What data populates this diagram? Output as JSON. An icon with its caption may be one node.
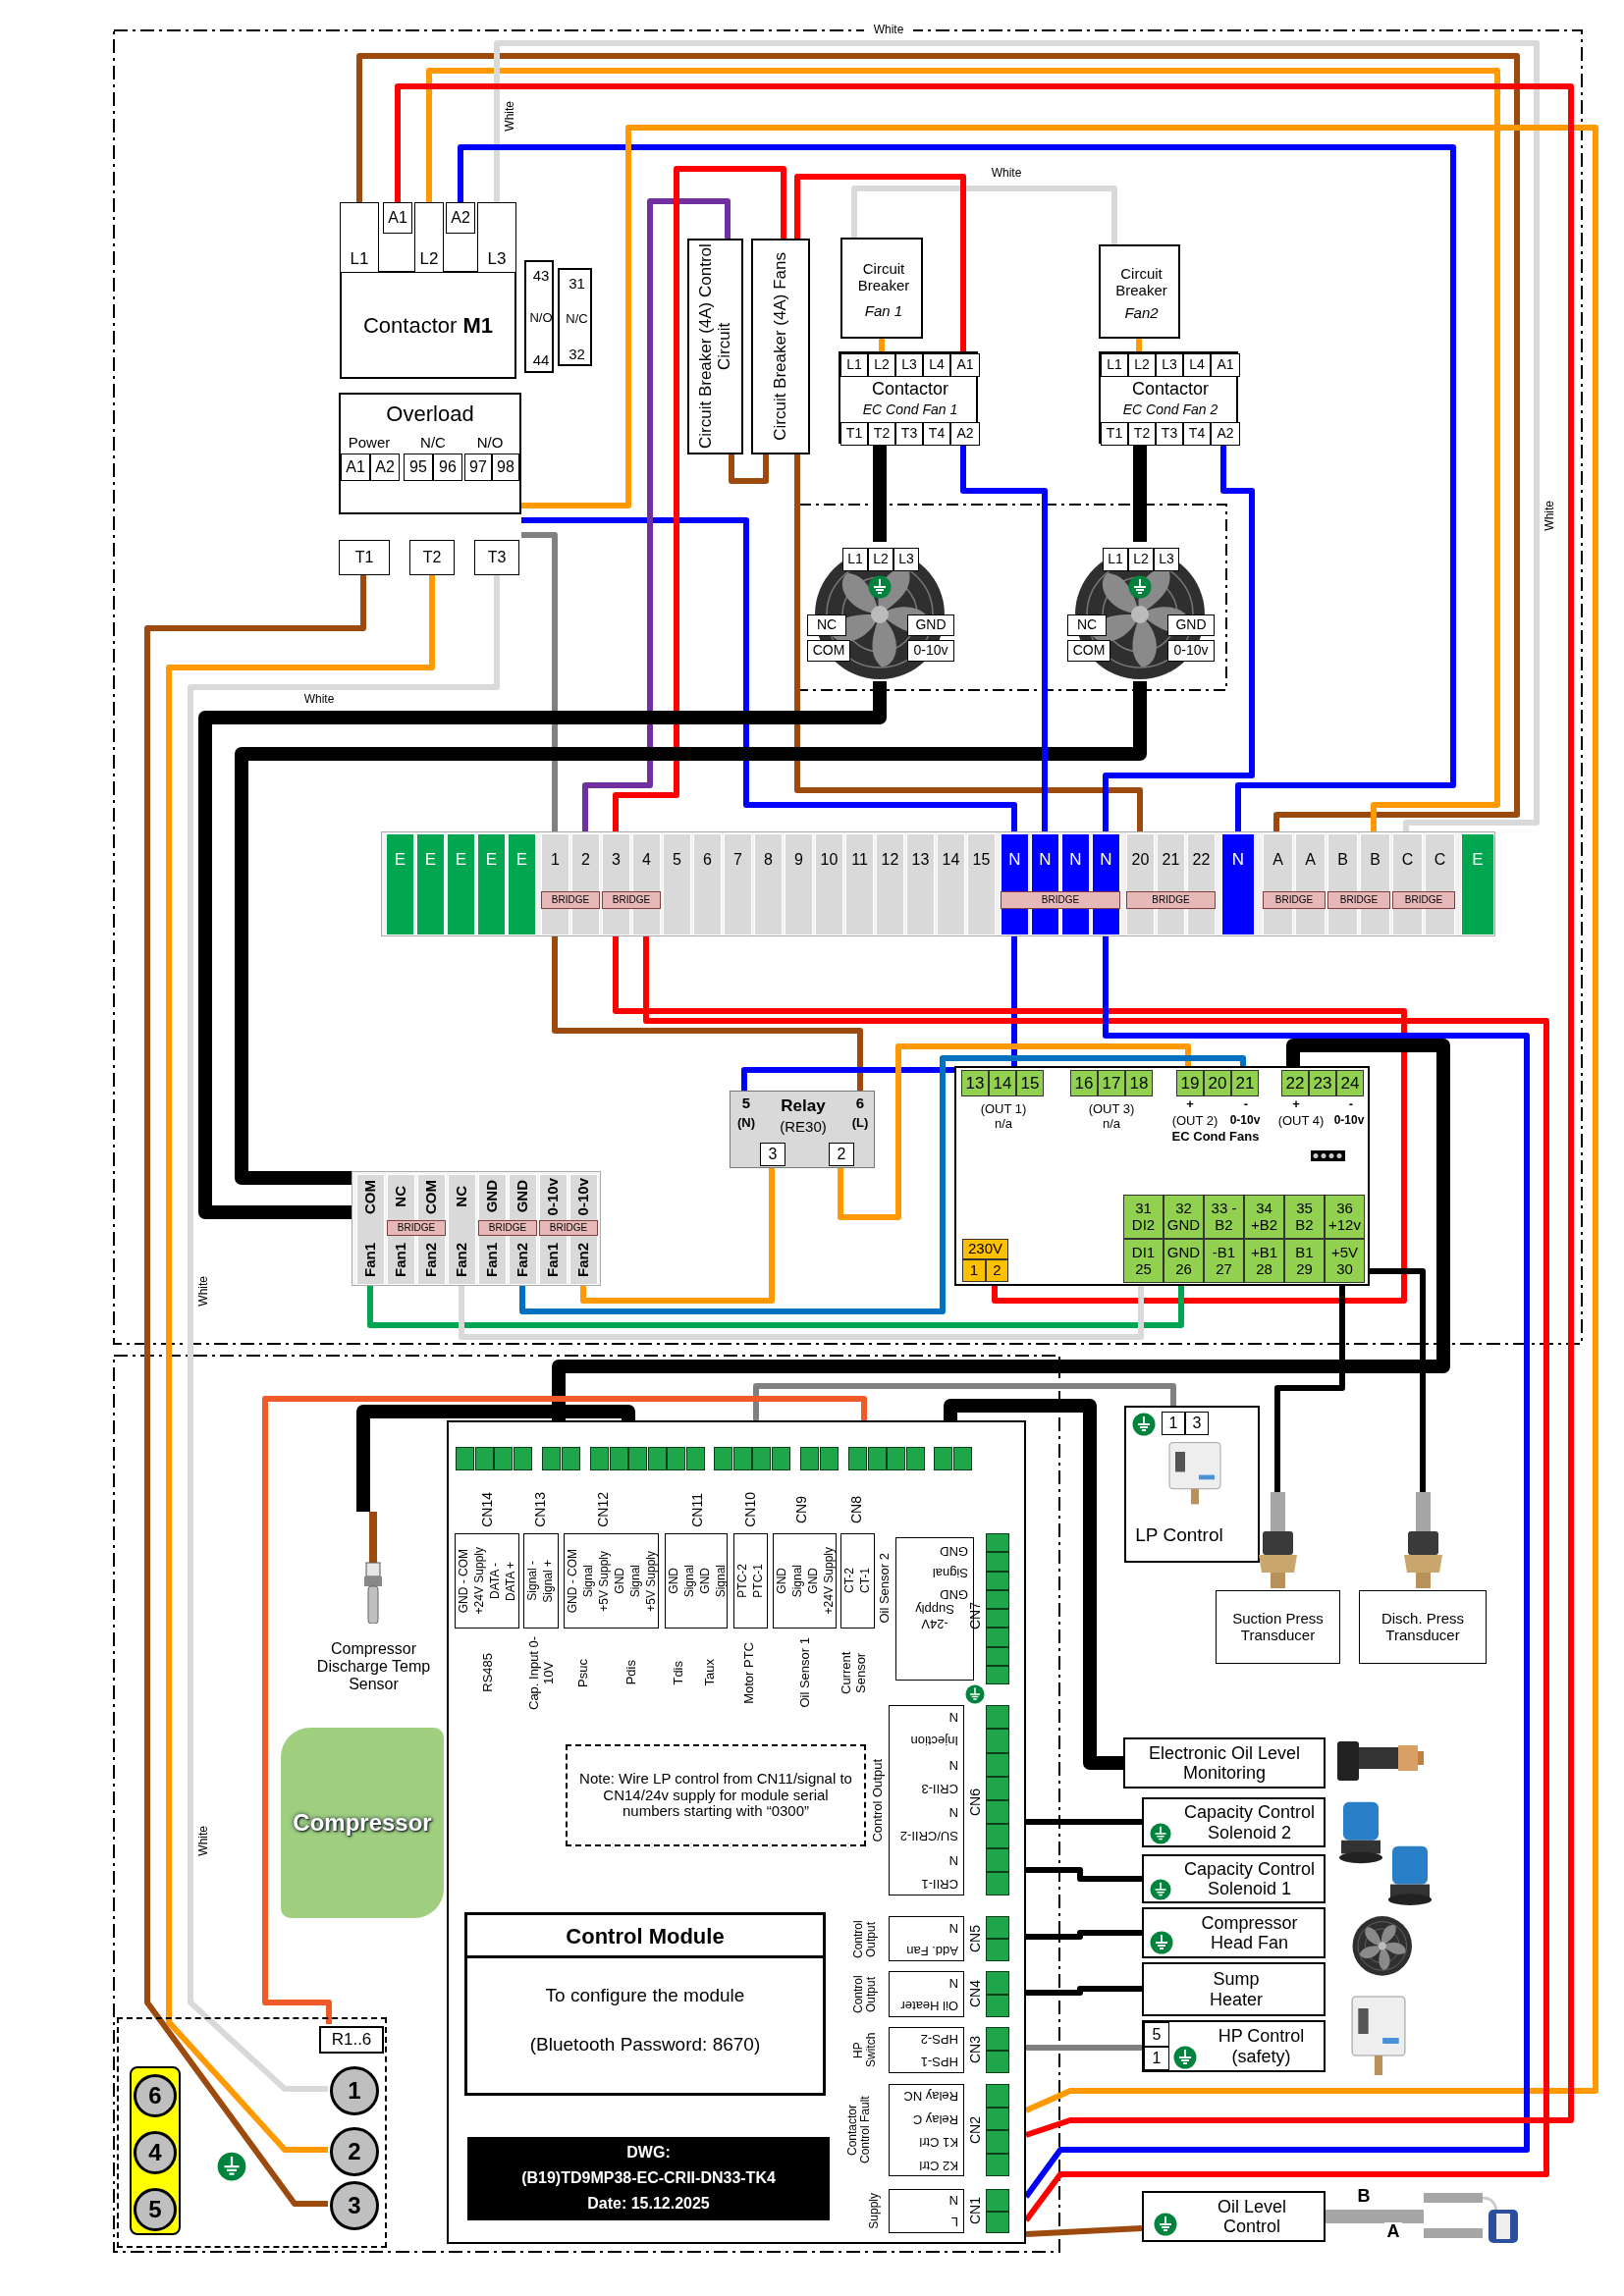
{
  "diagram": {
    "nodes": [
      {
        "text": [
          "L1",
          "A1",
          "L2",
          "A2",
          "L3",
          "Contactor **M1**"
        ]
      },
      {
        "text": [
          "43",
          "N/O",
          "44"
        ]
      },
      {
        "text": [
          "31",
          "N/C",
          "32"
        ]
      },
      {
        "text": [
          "Overload",
          "Power",
          "N/C",
          "N/O",
          "A1",
          "A2",
          "95",
          "96",
          "97",
          "98",
          "T1",
          "T2",
          "T3"
        ]
      },
      {
        "text": [
          "Circuit Breaker (4A) Control Circuit"
        ]
      },
      {
        "text": [
          "Circuit Breaker (4A) Fans"
        ]
      },
      {
        "text": [
          "Circuit Breaker",
          "Fan 1"
        ]
      },
      {
        "text": [
          "L1",
          "L2",
          "L3",
          "L4",
          "A1",
          "Contactor",
          "EC Cond Fan 1",
          "T1",
          "T2",
          "T3",
          "T4",
          "A2"
        ]
      },
      {
        "text": [
          "Circuit Breaker",
          "Fan2"
        ]
      },
      {
        "text": [
          "L1",
          "L2",
          "L3",
          "L4",
          "A1",
          "Contactor",
          "EC Cond Fan 2",
          "T1",
          "T2",
          "T3",
          "T4",
          "A2"
        ]
      },
      {
        "text": [
          "L1",
          "L2",
          "L3",
          "NC",
          "GND",
          "COM",
          "0-10v"
        ]
      },
      {
        "text": [
          "L1",
          "L2",
          "L3",
          "NC",
          "GND",
          "COM",
          "0-10v"
        ]
      },
      {
        "text": [
          "E",
          "E",
          "E",
          "E",
          "E",
          "1",
          "2",
          "3",
          "4",
          "5",
          "6",
          "7",
          "8",
          "9",
          "10",
          "11",
          "12",
          "13",
          "14",
          "15",
          "N",
          "N",
          "N",
          "N",
          "20",
          "21",
          "22",
          "N",
          "A",
          "A",
          "B",
          "B",
          "C",
          "C",
          "E",
          "BRIDGE",
          "BRIDGE",
          "BRIDGE",
          "BRIDGE",
          "BRIDGE",
          "BRIDGE",
          "BRIDGE"
        ]
      },
      {
        "text": [
          "COM",
          "Fan1",
          "NC",
          "Fan1",
          "COM",
          "Fan2",
          "NC",
          "Fan2",
          "GND",
          "Fan1",
          "GND",
          "Fan2",
          "0-10v",
          "Fan1",
          "0-10v",
          "Fan2",
          "BRIDGE",
          "BRIDGE",
          "BRIDGE"
        ]
      },
      {
        "text": [
          "5",
          "(N)",
          "Relay",
          "(RE30)",
          "6",
          "(L)",
          "3",
          "2"
        ]
      },
      {
        "text": [
          "13",
          "14",
          "15",
          "16",
          "17",
          "18",
          "19",
          "20",
          "21",
          "22",
          "23",
          "24",
          "(OUT 1) n/a",
          "(OUT 3) n/a",
          "+",
          "-",
          "(OUT 2)",
          "0-10v",
          "EC Cond Fans",
          "+",
          "-",
          "(OUT 4)",
          "0-10v",
          "230V",
          "1",
          "2",
          "31 DI2",
          "32 GND",
          "33 -B2",
          "34 +B2",
          "35 B2",
          "36 +12v",
          "DI1 25",
          "GND 26",
          "-B1 27",
          "+B1 28",
          "B1 29",
          "+5V 30"
        ]
      },
      {
        "text": [
          "CN14",
          "CN13",
          "CN12",
          "CN11",
          "CN10",
          "CN9",
          "CN8",
          "GND - COM",
          "+24V Supply",
          "DATA -",
          "DATA +",
          "Signal -",
          "Signal +",
          "GND - COM",
          "Signal",
          "+5V Supply",
          "GND",
          "Signal",
          "+5V Supply",
          "GND",
          "Signal",
          "GND",
          "Signal",
          "PTC-2",
          "PTC-1",
          "GND",
          "Signal",
          "GND",
          "+24V Supply",
          "CT-2",
          "CT-1",
          "RS485",
          "Cap. Input 0-10V",
          "Psuc",
          "Pdis",
          "Tdis",
          "Taux",
          "Motor PTC",
          "Oil Sensor 1",
          "Current Sensor",
          "Oil Sensor 2",
          "GND",
          "Signal",
          "GND",
          "-24V Supply",
          "CN7",
          "Control Output",
          "N",
          "Injection",
          "N",
          "CRII-3",
          "N",
          "SU/CRII-2",
          "N",
          "CRII-1",
          "CN6",
          "Control Output",
          "N",
          "Add. Fan",
          "CN5",
          "Control Output",
          "N",
          "Oil Heater",
          "CN4",
          "HP Switch",
          "HPS-2",
          "HPS-1",
          "CN3",
          "Contactor Control Fault",
          "Relay NC",
          "Relay C",
          "K1 Ctrl",
          "K2 Ctrl",
          "CN2",
          "Supply",
          "N",
          "L",
          "CN1"
        ]
      },
      {
        "text": [
          "Control Module",
          "To configure the module",
          "(Bluetooth Password: 8670)"
        ],
        "in": 16
      },
      {
        "text": [
          "DWG:",
          "(B19)TD9MP38-EC-CRII-DN33-TK4",
          "Date: 15.12.2025"
        ],
        "in": 16
      },
      {
        "text": [
          "Note: Wire LP control from CN11/signal to CN14/24v supply for module serial numbers starting with “0300”"
        ],
        "in": 16
      },
      {
        "text": [
          "Compressor"
        ]
      },
      {
        "text": [
          "Compressor Discharge Temp Sensor"
        ]
      },
      {
        "text": [
          "1",
          "3",
          "LP Control"
        ]
      },
      {
        "text": [
          "Suction Press Transducer"
        ]
      },
      {
        "text": [
          "Disch. Press Transducer"
        ]
      },
      {
        "text": [
          "Electronic Oil Level Monitoring"
        ]
      },
      {
        "text": [
          "Capacity Control Solenoid 2"
        ]
      },
      {
        "text": [
          "Capacity Control Solenoid 1"
        ]
      },
      {
        "text": [
          "Compressor Head Fan"
        ]
      },
      {
        "text": [
          "Sump Heater"
        ]
      },
      {
        "text": [
          "5",
          "1",
          "HP Control (safety)"
        ]
      },
      {
        "text": [
          "Oil Level Control"
        ]
      },
      {
        "text": [],
        "shape": "box"
      },
      {
        "text": [
          "R1..6"
        ],
        "in": 32
      },
      {
        "text": [
          "1"
        ],
        "in": 32
      },
      {
        "text": [
          "2"
        ],
        "in": 32
      },
      {
        "text": [
          "3"
        ],
        "in": 32
      },
      {
        "text": [
          "6",
          "4",
          "5"
        ],
        "in": 32
      },
      {
        "text": [],
        "shape": "picture"
      }
    ],
    "edges": [
      {
        "from": 3,
        "to": 36,
        "arrow": "none",
        "color": "#9c4a0e"
      },
      {
        "from": 3,
        "to": 35,
        "arrow": "none",
        "color": "#ff9900"
      },
      {
        "from": 3,
        "to": 34,
        "arrow": "none",
        "color": "#d9d9d9"
      },
      {
        "from": 0,
        "to": 12,
        "arrow": "none",
        "color": "#9c4a0e"
      },
      {
        "from": 0,
        "to": 12,
        "arrow": "none",
        "color": "#ff9900"
      },
      {
        "from": 0,
        "to": 12,
        "arrow": "none",
        "color": "#d9d9d9"
      },
      {
        "from": 0,
        "to": 12,
        "arrow": "none",
        "color": "#0000ff"
      },
      {
        "from": 3,
        "to": 16,
        "arrow": "none",
        "color": "#ff9900"
      },
      {
        "from": 3,
        "to": 12,
        "arrow": "none",
        "color": "#0000ff"
      },
      {
        "from": 3,
        "to": 12,
        "arrow": "none",
        "color": "#808080"
      },
      {
        "from": 4,
        "to": 12,
        "arrow": "none",
        "color": "#7030a0"
      },
      {
        "from": 5,
        "to": 12,
        "arrow": "none",
        "color": "#ff0000"
      },
      {
        "from": 4,
        "to": 5,
        "arrow": "none",
        "color": "#9c4a0e"
      },
      {
        "from": 5,
        "to": 12,
        "arrow": "none",
        "color": "#9c4a0e"
      },
      {
        "from": 6,
        "to": 7,
        "arrow": "none",
        "color": "#ff9900"
      },
      {
        "from": 7,
        "to": 10,
        "arrow": "none",
        "style": "thick"
      },
      {
        "from": 8,
        "to": 9,
        "arrow": "none",
        "color": "#ff9900"
      },
      {
        "from": 9,
        "to": 11,
        "arrow": "none",
        "style": "thick"
      },
      {
        "from": 10,
        "to": 13,
        "arrow": "none",
        "style": "thick"
      },
      {
        "from": 11,
        "to": 13,
        "arrow": "none",
        "style": "thick"
      },
      {
        "from": 6,
        "to": 8,
        "arrow": "none",
        "color": "#d9d9d9"
      },
      {
        "from": 5,
        "to": 7,
        "arrow": "none",
        "color": "#ff0000"
      },
      {
        "from": 7,
        "to": 12,
        "arrow": "none",
        "color": "#0000ff"
      },
      {
        "from": 9,
        "to": 12,
        "arrow": "none",
        "color": "#0000ff"
      },
      {
        "from": 12,
        "to": 14,
        "arrow": "none",
        "color": "#9c4a0e"
      },
      {
        "from": 12,
        "to": 14,
        "arrow": "none",
        "color": "#0000ff"
      },
      {
        "from": 12,
        "to": 15,
        "arrow": "none",
        "color": "#ff0000"
      },
      {
        "from": 12,
        "to": 16,
        "arrow": "none",
        "color": "#ff0000"
      },
      {
        "from": 12,
        "to": 16,
        "arrow": "none",
        "color": "#0000ff"
      },
      {
        "from": 14,
        "to": 13,
        "arrow": "none",
        "color": "#ff9900"
      },
      {
        "from": 14,
        "to": 15,
        "arrow": "none",
        "color": "#ff9900"
      },
      {
        "from": 13,
        "to": 15,
        "arrow": "none",
        "color": "#0070c0"
      },
      {
        "from": 13,
        "to": 15,
        "arrow": "none",
        "color": "#00a650"
      },
      {
        "from": 13,
        "to": 15,
        "arrow": "none",
        "color": "#d9d9d9"
      },
      {
        "from": 15,
        "to": 16,
        "arrow": "none",
        "style": "thick"
      },
      {
        "from": 15,
        "to": 23,
        "arrow": "none"
      },
      {
        "from": 15,
        "to": 24,
        "arrow": "none"
      },
      {
        "from": 22,
        "to": 16,
        "arrow": "none",
        "color": "#808080"
      },
      {
        "from": 21,
        "to": 16,
        "arrow": "none",
        "style": "thick"
      },
      {
        "from": 33,
        "to": 16,
        "arrow": "none",
        "color": "#f05a28"
      },
      {
        "from": 16,
        "to": 25,
        "arrow": "none",
        "style": "thick"
      },
      {
        "from": 16,
        "to": 26,
        "arrow": "none"
      },
      {
        "from": 16,
        "to": 27,
        "arrow": "none"
      },
      {
        "from": 16,
        "to": 28,
        "arrow": "none"
      },
      {
        "from": 16,
        "to": 29,
        "arrow": "none"
      },
      {
        "from": 16,
        "to": 30,
        "arrow": "none",
        "color": "#808080"
      },
      {
        "from": 16,
        "to": 0,
        "arrow": "none",
        "color": "#ff0000"
      },
      {
        "from": 16,
        "to": 31,
        "arrow": "none",
        "color": "#9c4a0e"
      },
      {
        "from": 31,
        "to": 38,
        "arrow": "none",
        "style": "thick",
        "color": "#a6a6a6"
      }
    ],
    "labels": [
      "White",
      "White",
      "White",
      "White",
      "White",
      "White",
      "White",
      "B",
      "A"
    ]
  }
}
